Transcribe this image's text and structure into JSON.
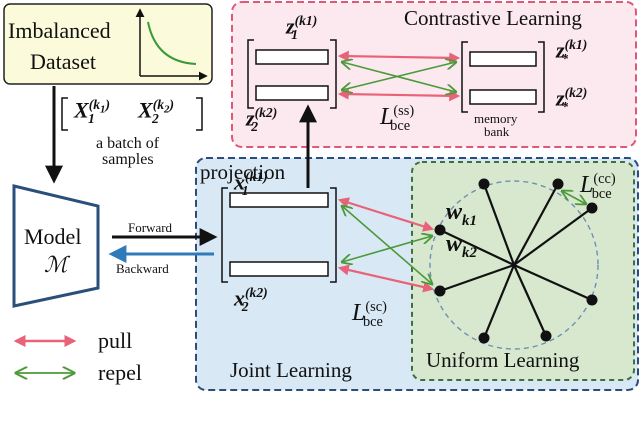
{
  "dataset": {
    "line1": "Imbalanced",
    "line2": "Dataset"
  },
  "batch": {
    "x1": "X",
    "k1": "(k",
    "k1sub": "1",
    "k1end": ")",
    "x2": "X",
    "k2": "(k",
    "k2sub": "2",
    "k2end": ")",
    "sub1": "1",
    "sub2": "2",
    "caption_line1": "a batch of",
    "caption_line2": "samples"
  },
  "model": {
    "title": "Model",
    "symbol": "ℳ"
  },
  "arrows": {
    "forward": "Forward",
    "backward": "Backward"
  },
  "contrastive": {
    "title": "Contrastive Learning",
    "z": "z",
    "z_sub1": "1",
    "z_sub2": "2",
    "sup1": "(k1)",
    "sup2": "(k2)",
    "z_star": "z",
    "star": "*",
    "memory_bank_line1": "memory",
    "memory_bank_line2": "bank",
    "loss": "L",
    "loss_sub": "bce",
    "loss_sup": "(ss)"
  },
  "projection": {
    "title": "projection",
    "x": "x",
    "x_sub1": "1",
    "x_sub2": "2",
    "sup1": "(k1)",
    "sup2": "(k2)",
    "loss": "L",
    "loss_sub": "bce",
    "loss_sup": "(sc)",
    "joint_label": "Joint Learning"
  },
  "uniform": {
    "title": "Uniform Learning",
    "w": "w",
    "w_sub1": "k1",
    "w_sub2": "k2",
    "loss": "L",
    "loss_sub": "bce",
    "loss_sup": "(cc)"
  },
  "legend": {
    "pull": "pull",
    "repel": "repel"
  },
  "colors": {
    "contrastive_bg": "#fbe9ef",
    "contrastive_border": "#e0577a",
    "projection_bg": "#d8e8f5",
    "projection_border": "#2a4d7a",
    "uniform_bg": "#d7e8cf",
    "uniform_border": "#3f6f3a",
    "dataset_bg": "#fbfbdc",
    "pull": "#e8637a",
    "repel": "#4c9a3a",
    "backward": "#2f7ab8"
  }
}
